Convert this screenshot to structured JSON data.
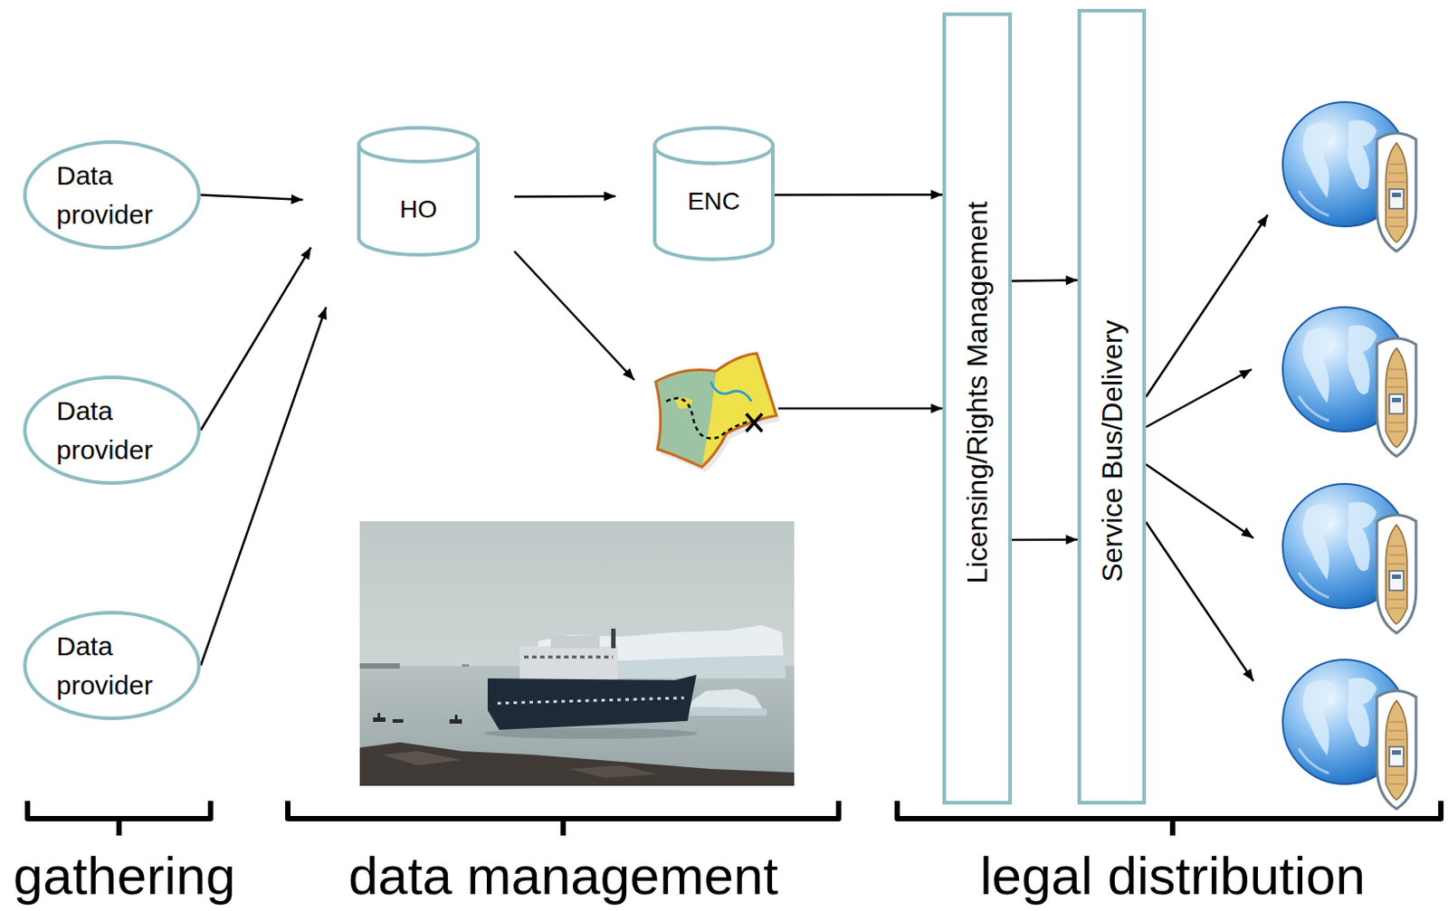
{
  "diagram": {
    "nodes": [
      {
        "text": [
          "Data provider"
        ]
      },
      {
        "text": [
          "Data provider"
        ]
      },
      {
        "text": [
          "Data provider"
        ]
      },
      {
        "text": [
          "HO"
        ]
      },
      {
        "text": [
          "ENC"
        ]
      },
      {
        "text": [
          "Licensing/Rights Management"
        ]
      },
      {
        "text": [
          "Service Bus/Delivery"
        ]
      }
    ],
    "edges": [
      {
        "from": 0,
        "to": 3,
        "arrow": "to"
      },
      {
        "from": 1,
        "to": 3,
        "arrow": "to"
      },
      {
        "from": 2,
        "to": 3,
        "arrow": "to"
      },
      {
        "from": 3,
        "to": 4,
        "arrow": "to"
      },
      {
        "from": 4,
        "to": 5,
        "arrow": "to"
      },
      {
        "from": 5,
        "to": 6,
        "arrow": "to"
      },
      {
        "from": 5,
        "to": 6,
        "arrow": "to"
      }
    ],
    "labels": [
      "gathering",
      "data management",
      "legal distribution"
    ]
  }
}
